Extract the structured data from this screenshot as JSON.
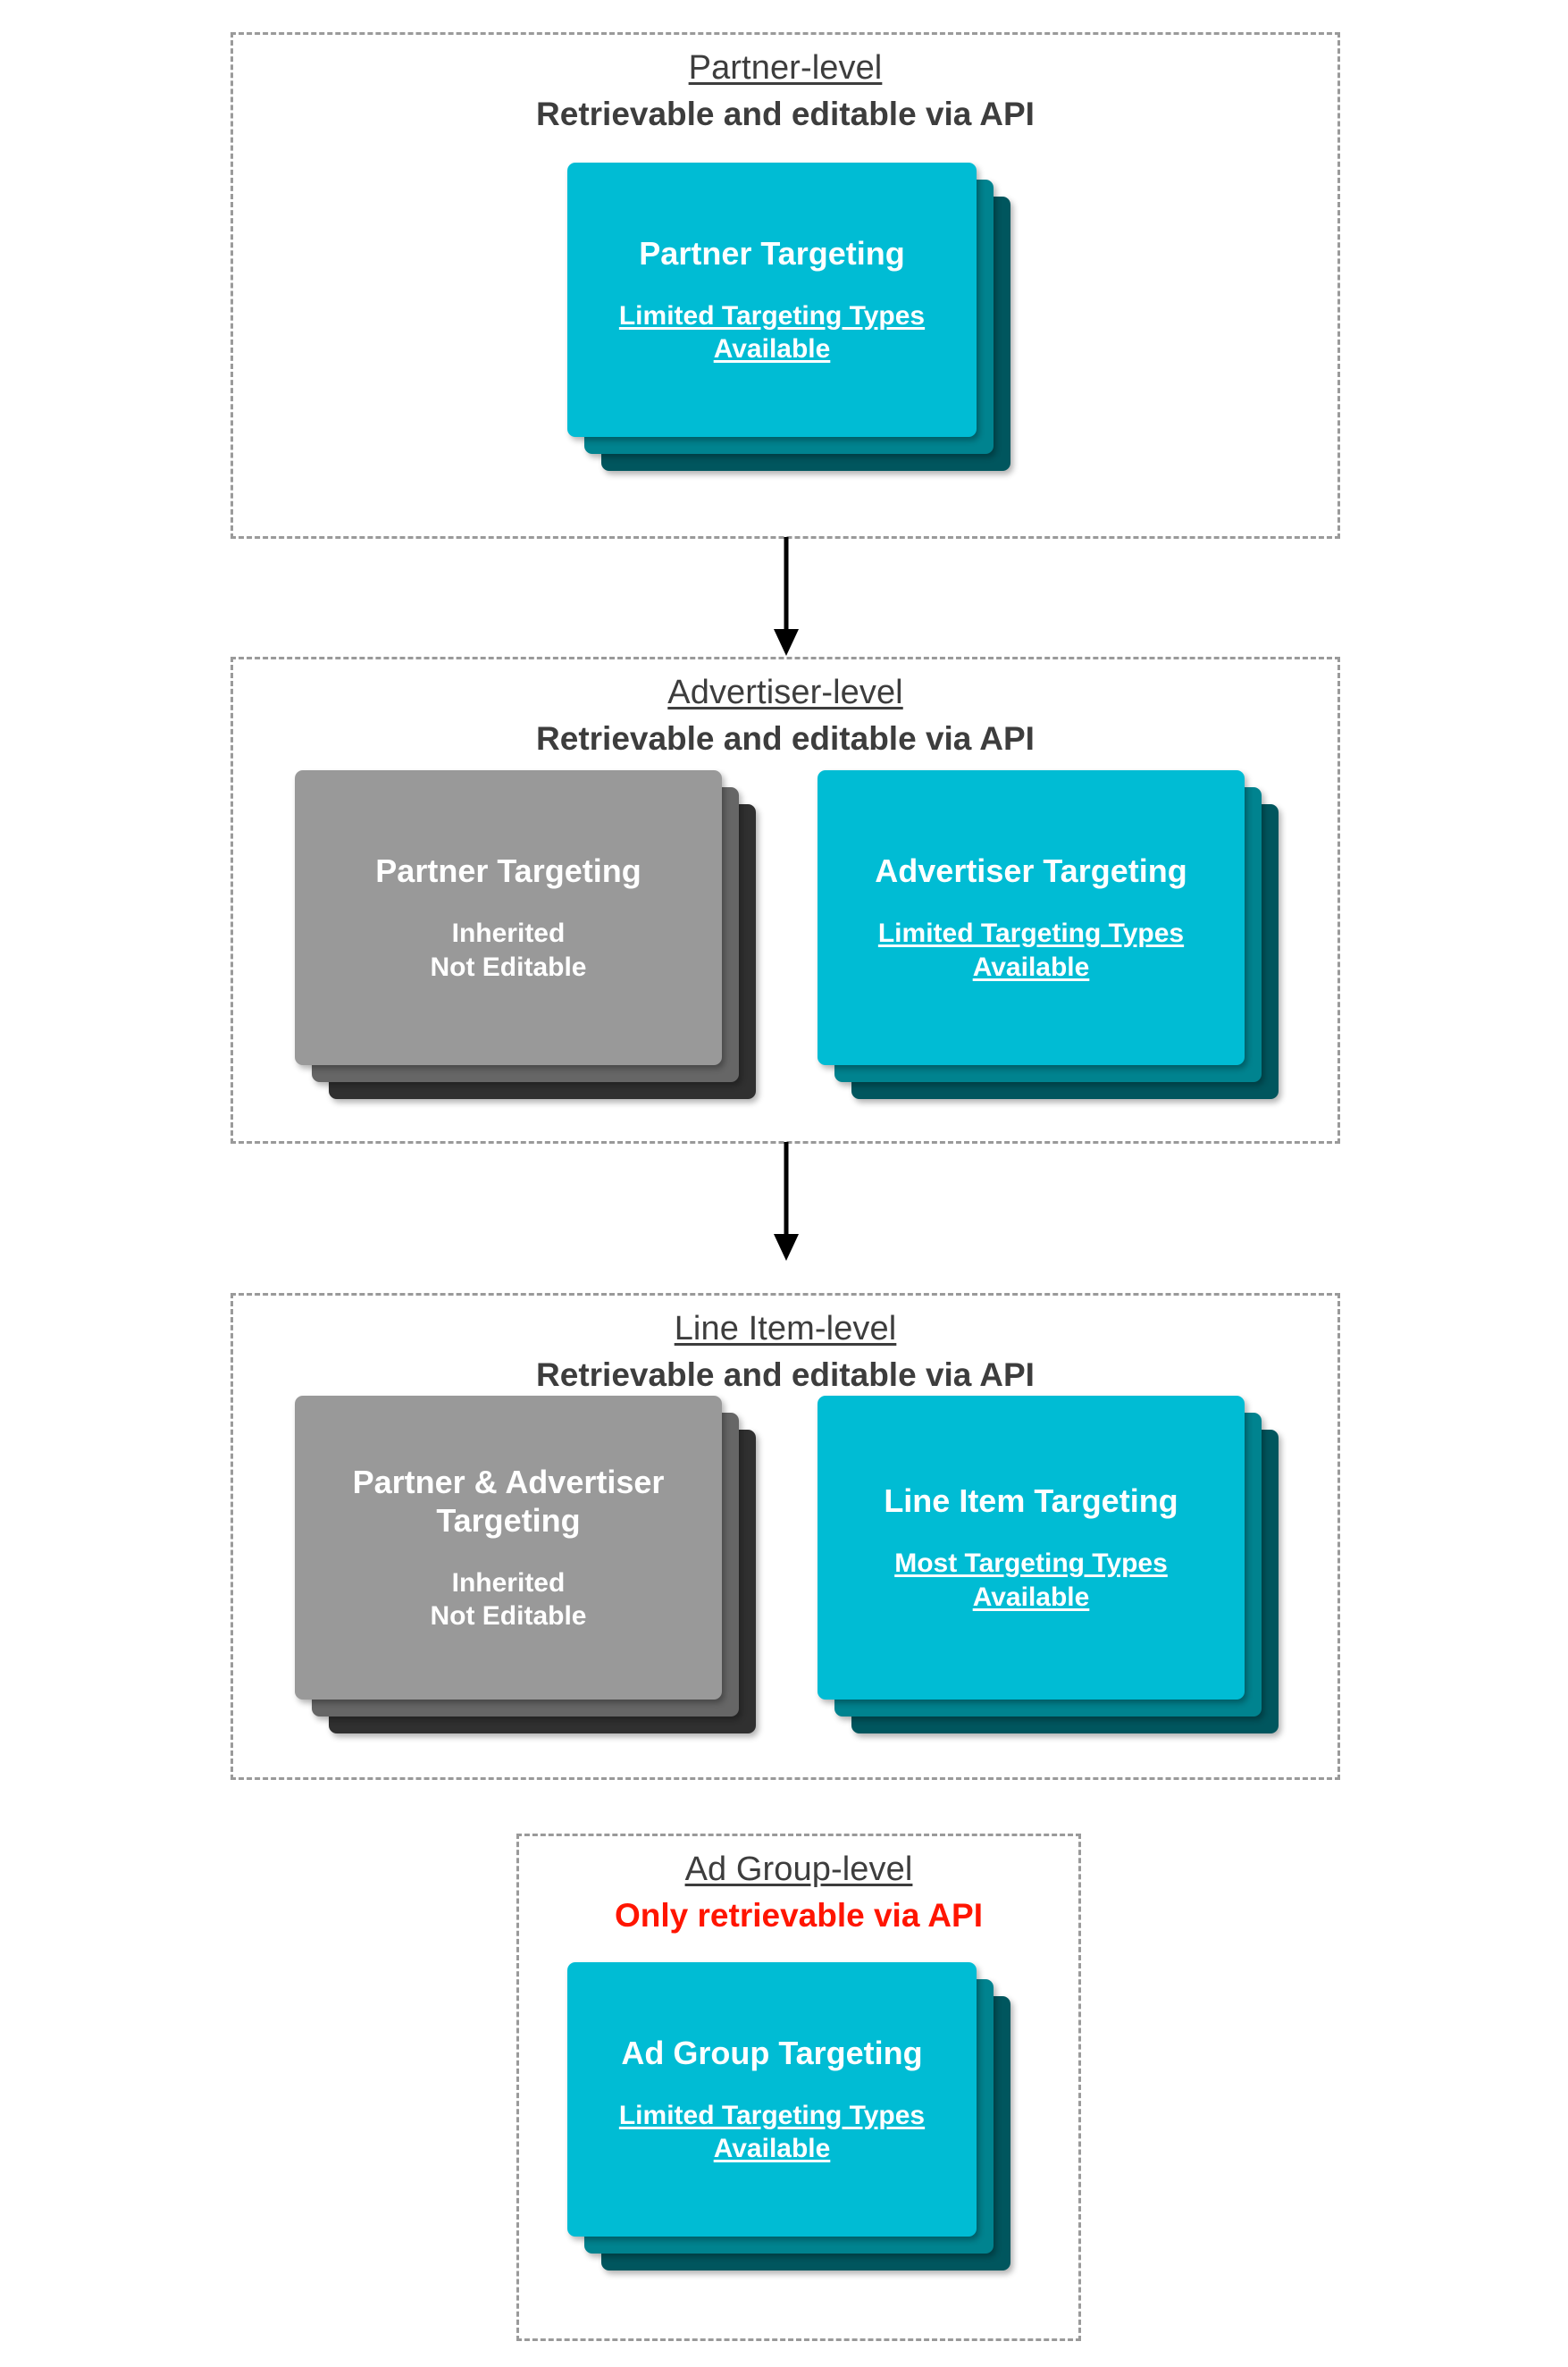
{
  "diagram": {
    "title_semantic": "targeting-inheritance-hierarchy",
    "colors": {
      "cyan_front": "#00bcd4",
      "cyan_mid": "#00838f",
      "cyan_back": "#00565e",
      "gray_front": "#999999",
      "gray_mid": "#666666",
      "gray_back": "#303030",
      "dashed_border": "#9a9a9a",
      "text_dark": "#3d3d3d",
      "text_danger": "#ff1500",
      "arrow": "#000000"
    }
  },
  "levels": [
    {
      "id": "partner-level",
      "name": "Partner-level",
      "access": "Retrievable and editable via API",
      "access_is_danger": false,
      "cards": [
        {
          "id": "partner-targeting",
          "style": "cyan",
          "title": "Partner Targeting",
          "subtitle": "Limited Targeting Types Available",
          "subtitle_underlined": true
        }
      ]
    },
    {
      "id": "advertiser-level",
      "name": "Advertiser-level",
      "access": "Retrievable and editable via API",
      "access_is_danger": false,
      "cards": [
        {
          "id": "partner-targeting-inherited",
          "style": "gray",
          "title": "Partner Targeting",
          "subtitle": "Inherited\nNot Editable",
          "subtitle_underlined": false
        },
        {
          "id": "advertiser-targeting",
          "style": "cyan",
          "title": "Advertiser Targeting",
          "subtitle": "Limited Targeting Types Available",
          "subtitle_underlined": true
        }
      ]
    },
    {
      "id": "line-item-level",
      "name": "Line Item-level",
      "access": "Retrievable and editable via API",
      "access_is_danger": false,
      "cards": [
        {
          "id": "partner-advertiser-targeting-inherited",
          "style": "gray",
          "title": "Partner & Advertiser Targeting",
          "subtitle": "Inherited\nNot Editable",
          "subtitle_underlined": false
        },
        {
          "id": "line-item-targeting",
          "style": "cyan",
          "title": "Line Item Targeting",
          "subtitle": "Most Targeting Types Available",
          "subtitle_underlined": true
        }
      ]
    },
    {
      "id": "ad-group-level",
      "name": "Ad Group-level",
      "access": "Only retrievable via API",
      "access_is_danger": true,
      "cards": [
        {
          "id": "ad-group-targeting",
          "style": "cyan",
          "title": "Ad Group Targeting",
          "subtitle": "Limited Targeting Types Available",
          "subtitle_underlined": true
        }
      ]
    }
  ],
  "connectors": [
    {
      "id": "arrow-partner-to-advertiser",
      "from": "partner-level",
      "to": "advertiser-level"
    },
    {
      "id": "arrow-advertiser-to-line-item",
      "from": "advertiser-level",
      "to": "line-item-level"
    }
  ]
}
